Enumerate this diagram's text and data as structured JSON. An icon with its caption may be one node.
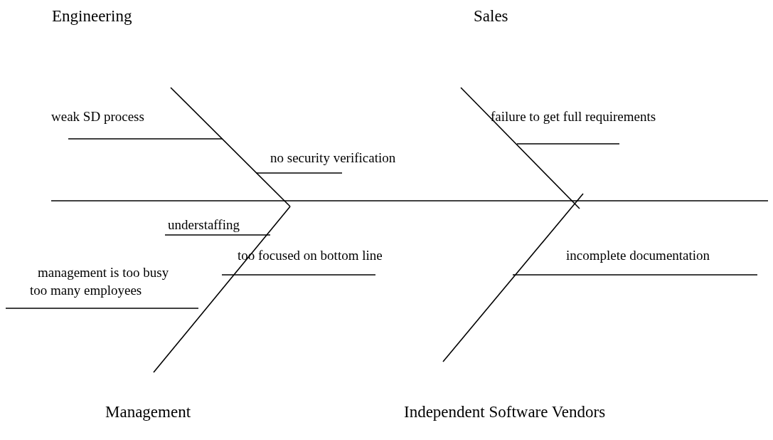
{
  "diagram": {
    "labels": [
      "Engineering",
      "Sales",
      "weak SD process",
      "failure to get full requirements",
      "no security verification",
      "understaffing",
      "too focused on bottom line",
      "incomplete documentation",
      "management is too busy",
      "too many employees",
      "Management",
      "Independent Software Vendors"
    ]
  }
}
